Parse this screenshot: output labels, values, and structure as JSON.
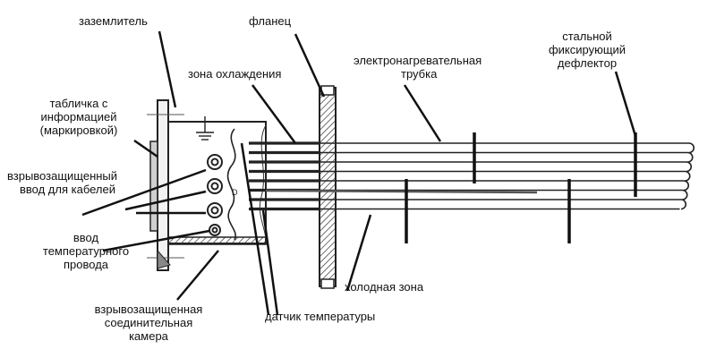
{
  "labels": {
    "grounding": "заземлитель",
    "flange": "фланец",
    "cooling_zone": "зона охлаждения",
    "heating_tube": [
      "электронагревательная",
      "трубка"
    ],
    "deflector": [
      "стальной",
      "фиксирующий",
      "дефлектор"
    ],
    "info_plate": [
      "табличка с",
      "информацией",
      "(маркировкой)"
    ],
    "cable_entry": [
      "взрывозащищенный",
      "ввод для кабелей"
    ],
    "temp_wire_entry": [
      "ввод",
      "температурного",
      "провода"
    ],
    "junction_box": [
      "взрывозащищенная",
      "соединительная",
      "камера"
    ],
    "temp_sensor": "датчик температуры",
    "cold_zone": "холодная зона"
  }
}
